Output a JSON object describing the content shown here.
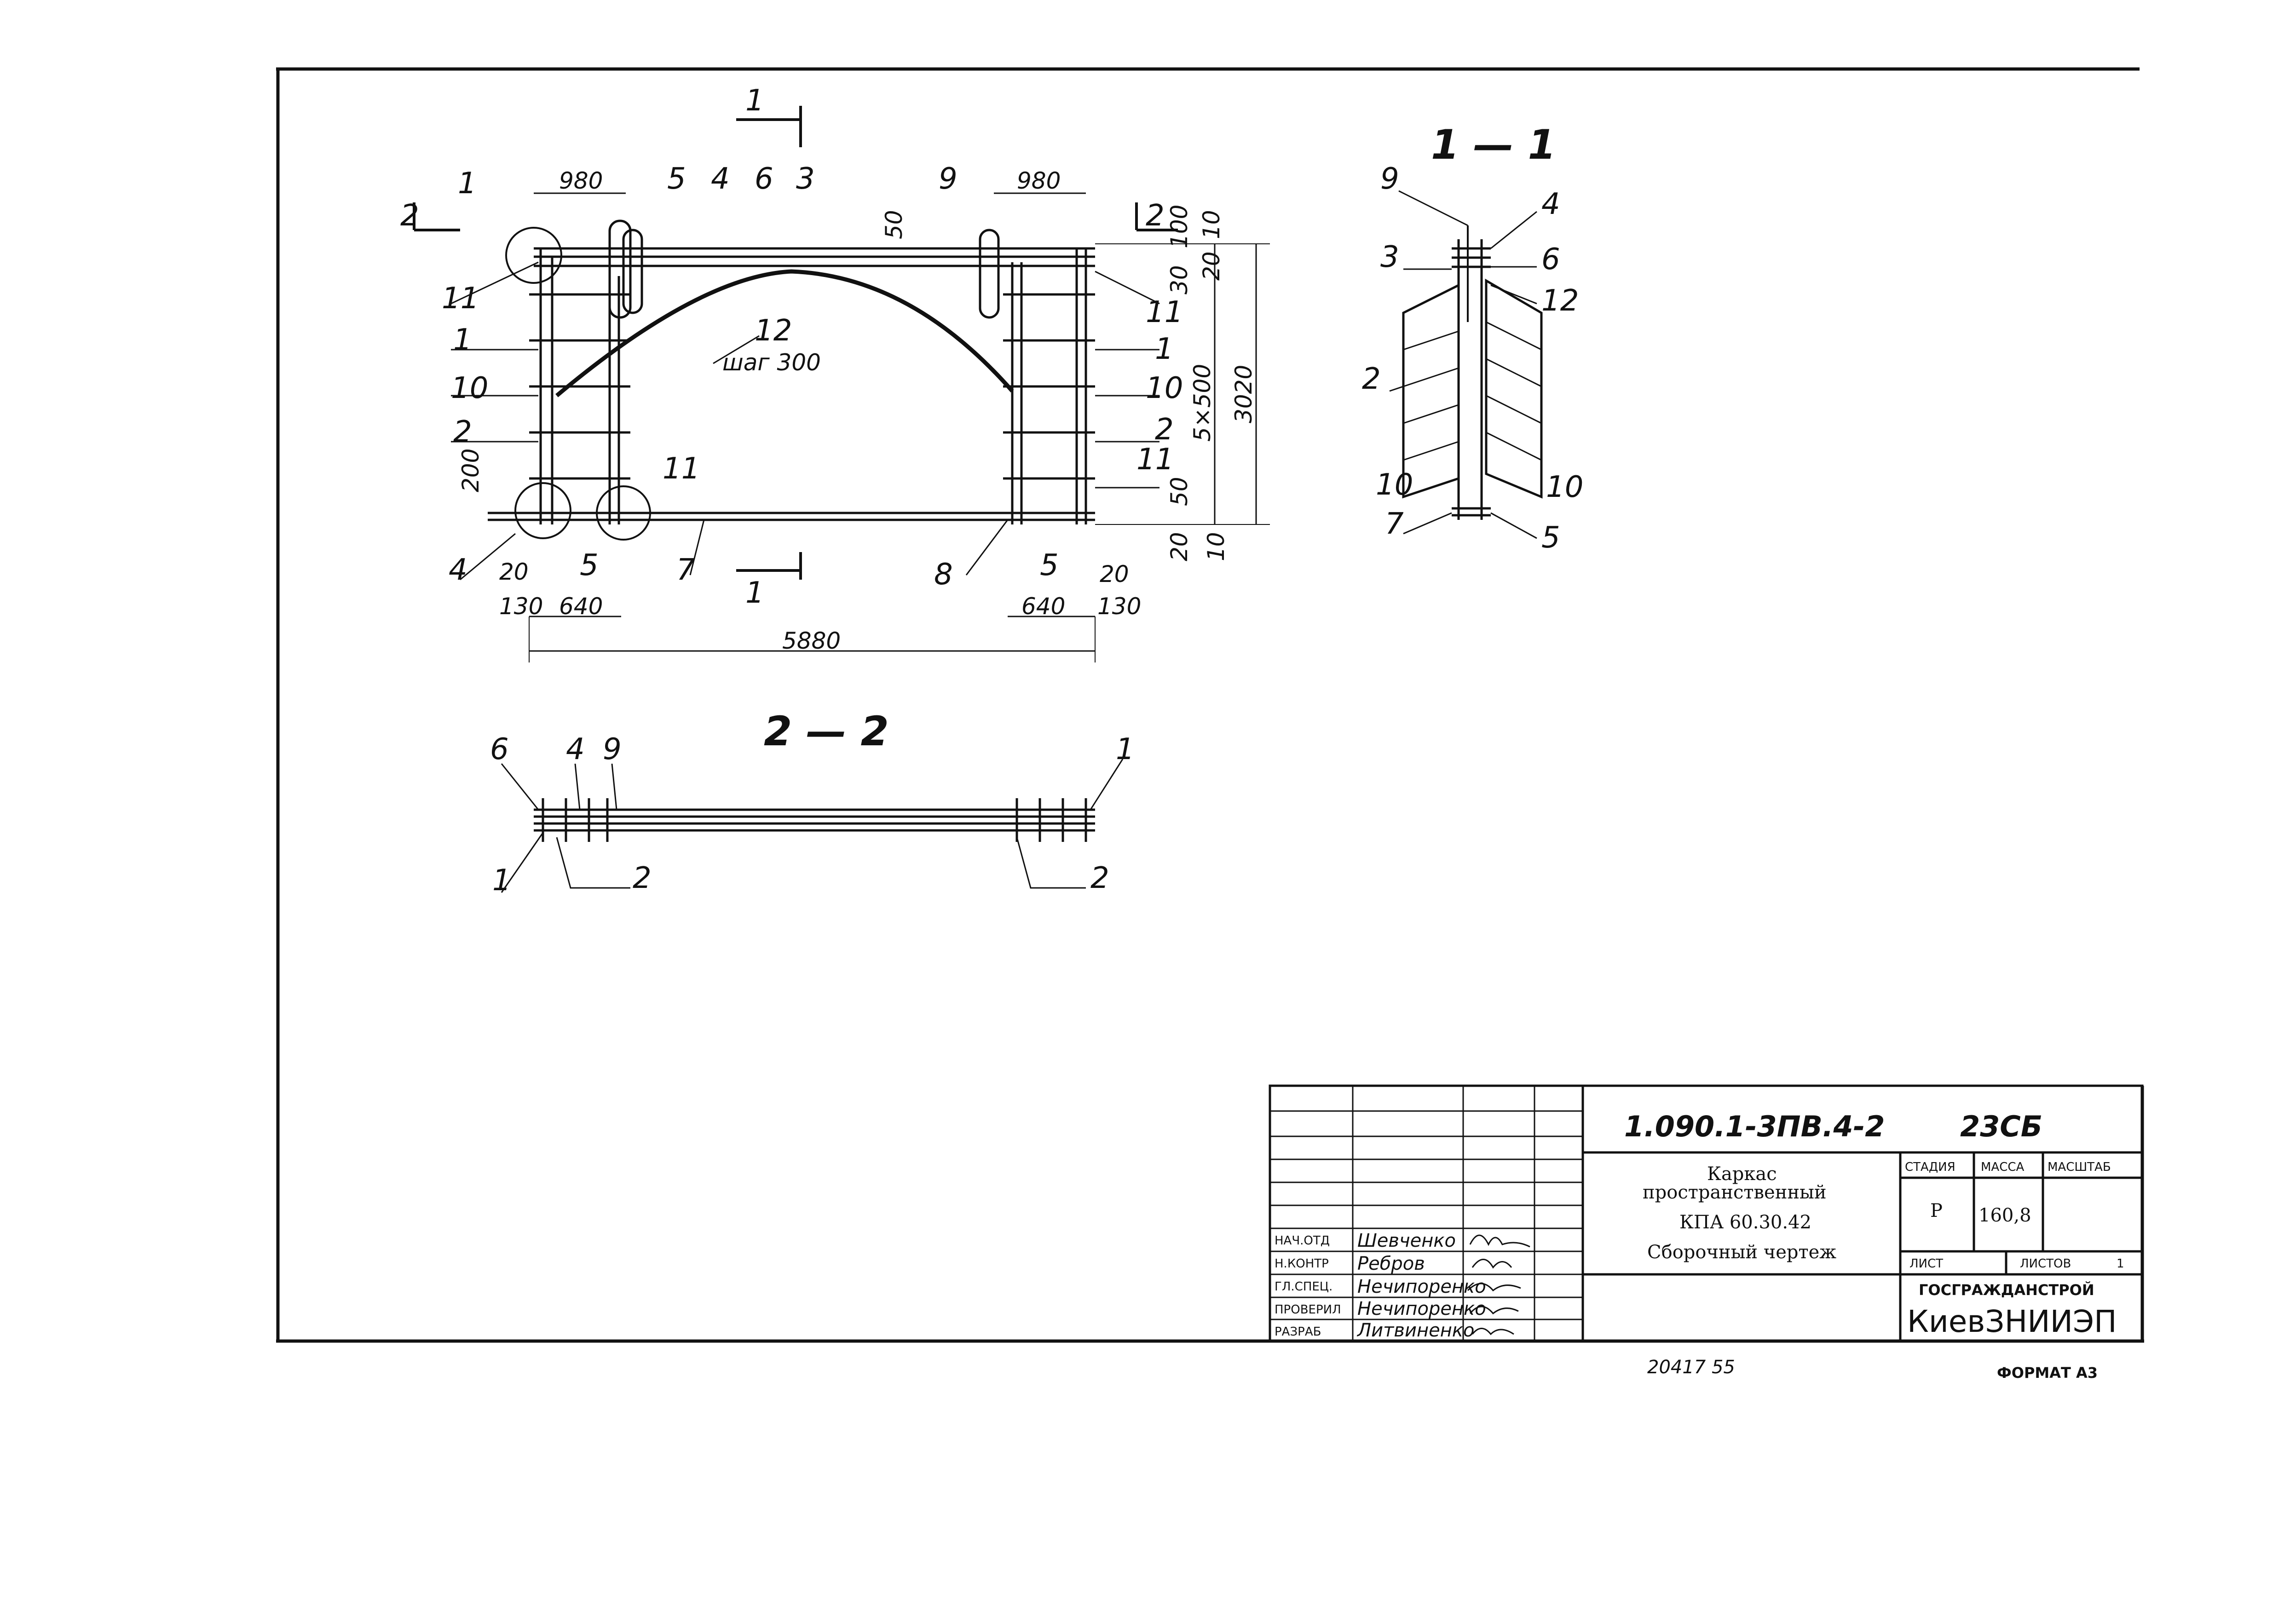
{
  "drawing": {
    "section_1_1_title": "1 — 1",
    "section_2_2_title": "2 — 2",
    "cut_mark_1": "1",
    "cut_mark_2": "2",
    "dims": {
      "top_left": "980",
      "top_right": "980",
      "d50_top": "50",
      "d100": "100",
      "d10_top": "10",
      "d30": "30",
      "d20_right": "20",
      "d5x500": "5×500",
      "d3020": "3020",
      "d50_bottom": "50",
      "d20_bottom": "20",
      "d10_bottom": "10",
      "d200": "200",
      "d20_left": "20",
      "d130_left": "130",
      "d640_left": "640",
      "d640_right": "640",
      "d20_br": "20",
      "d130_right": "130",
      "d5880": "5880"
    },
    "step_note": "шаг 300",
    "pos": {
      "p1": "1",
      "p2": "2",
      "p3": "3",
      "p4": "4",
      "p5": "5",
      "p6": "6",
      "p7": "7",
      "p8": "8",
      "p9": "9",
      "p10": "10",
      "p11": "11",
      "p12": "12"
    }
  },
  "title_block": {
    "code": "1.090.1-3ПВ.4-2",
    "sheet_code": "23СБ",
    "name_line1": "Каркас",
    "name_line2": "пространственный",
    "name_line3": "КПА 60.30.42",
    "name_line4": "Сборочный чертеж",
    "col_stage": "СТАДИЯ",
    "col_mass": "МАССА",
    "col_scale": "МАСШТАБ",
    "stage": "Р",
    "mass": "160,8",
    "sheet_label": "ЛИСТ",
    "sheets_label": "ЛИСТОВ",
    "sheets_value": "1",
    "org_top": "ГОСГРАЖДАНСТРОЙ",
    "org": "КиевЗНИИЭП",
    "roles": [
      {
        "role": "НАЧ.ОТД",
        "name": "Шевченко"
      },
      {
        "role": "Н.КОНТР",
        "name": "Ребров"
      },
      {
        "role": "ГЛ.СПЕЦ.",
        "name": "Нечипоренко"
      },
      {
        "role": "ПРОВЕРИЛ",
        "name": "Нечипоренко"
      },
      {
        "role": "РАЗРАБ",
        "name": "Литвиненко"
      }
    ]
  },
  "footer": {
    "inventory": "20417   55",
    "format": "ФОРМАТ А3"
  }
}
